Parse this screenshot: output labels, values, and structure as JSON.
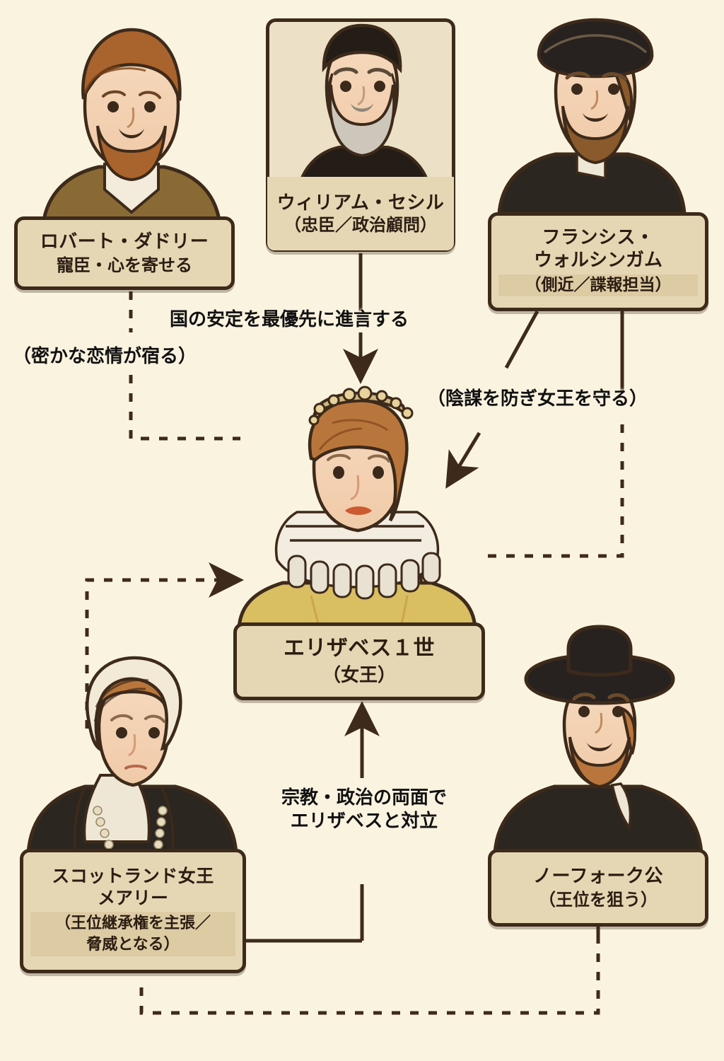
{
  "page": {
    "background_color": "#faf3e0",
    "card_fill": "#e6d7b4",
    "ink_color": "#3d2a1a"
  },
  "nodes": {
    "dudley": {
      "name_line1": "ロバート・ダドリー",
      "name_line2": "寵臣・心を寄せる",
      "portrait": "robert-dudley-portrait"
    },
    "cecil": {
      "name_line1": "ウィリアム・セシル",
      "name_line2": "（忠臣／政治顧問）",
      "portrait": "william-cecil-portrait"
    },
    "walsingham": {
      "name_line1": "フランシス・",
      "name_line2": "ウォルシンガム",
      "name_line3": "（側近／諜報担当）",
      "portrait": "francis-walsingham-portrait"
    },
    "elizabeth": {
      "name_line1": "エリザベス１世",
      "name_line2": "（女王）",
      "portrait": "elizabeth-i-portrait"
    },
    "mary": {
      "name_line1": "スコットランド女王",
      "name_line2": "メアリー",
      "name_line3": "（王位継承権を主張／\n脅威となる）",
      "portrait": "mary-queen-of-scots-portrait"
    },
    "norfolk": {
      "name_line1": "ノーフォーク公",
      "name_line2": "（王位を狙う）",
      "portrait": "duke-of-norfolk-portrait"
    }
  },
  "connector_labels": {
    "cecil_to_elizabeth": "国の安定を最優先に進言する",
    "dudley_to_elizabeth": "（密かな恋情が宿る）",
    "walsingham_to_elizabeth": "（陰謀を防ぎ女王を守る）",
    "mary_to_elizabeth": "宗教・政治の両面で\nエリザベスと対立"
  }
}
